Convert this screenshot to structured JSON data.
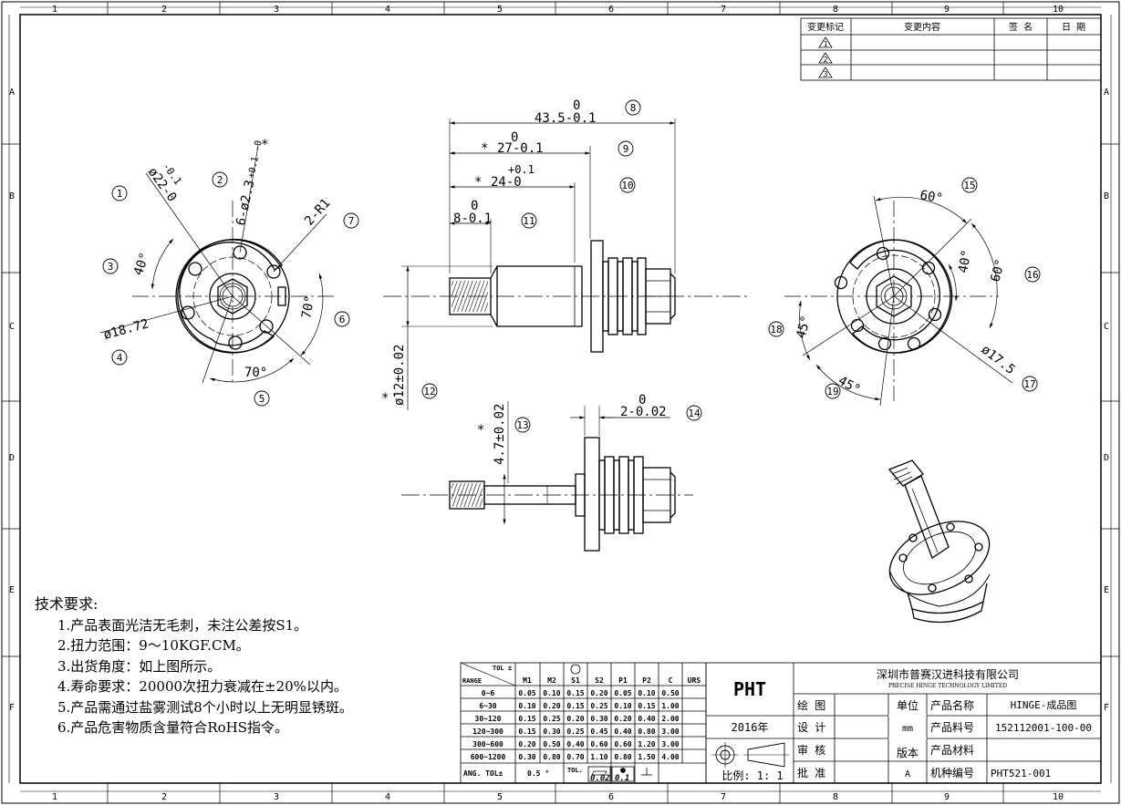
{
  "frame": {
    "col_numbers": [
      "1",
      "2",
      "3",
      "4",
      "5",
      "6",
      "7",
      "8",
      "9",
      "10"
    ],
    "row_letters": [
      "A",
      "B",
      "C",
      "D",
      "E",
      "F"
    ]
  },
  "revision_table": {
    "headers": [
      "变更标记",
      "变更内容",
      "签 名",
      "日 期"
    ],
    "rows": [
      "1",
      "2",
      "3"
    ]
  },
  "dimensions": {
    "d8_top": "0",
    "d8_main": "43.5-0.1",
    "d9_top": "0",
    "d9_main": "27-0.1",
    "d10_top": "+0.1",
    "d10_main": "24-0",
    "d11_top": "0",
    "d11_main": "8-0.1",
    "d12": "ø12±0.02",
    "d13": "4.7±0.02",
    "d14_top": "0",
    "d14_main": "2-0.02",
    "left_d1": "ø22-0",
    "left_d1_tol": "-0.1",
    "left_d2": "6-ø2.3",
    "left_d2_tol": "+0.1 -0",
    "left_r": "2-R1",
    "left_a40": "40°",
    "left_a70a": "70°",
    "left_a70b": "70°",
    "left_d1872": "ø18.72",
    "right_a60a": "60°",
    "right_a40": "40°",
    "right_a60b": "60°",
    "right_a45a": "45°",
    "right_a45b": "45°",
    "right_d175": "ø17.5",
    "star": "*"
  },
  "balloons": [
    "1",
    "2",
    "3",
    "4",
    "5",
    "6",
    "7",
    "8",
    "9",
    "10",
    "11",
    "12",
    "13",
    "14",
    "15",
    "16",
    "17",
    "18",
    "19"
  ],
  "tech_requirements": {
    "title": "技术要求:",
    "items": [
      "1.产品表面光洁无毛刺，未注公差按S1。",
      "2.扭力范围：9～10KGF.CM。",
      "3.出货角度：如上图所示。",
      "4.寿命要求：20000次扭力衰减在±20%以内。",
      "5.产品需通过盐雾测试8个小时以上无明显锈斑。",
      "6.产品危害物质含量符合RoHS指令。"
    ]
  },
  "tolerance_table": {
    "corner_top": "TOL ±",
    "corner_bottom": "RANGE",
    "headers": [
      "M1",
      "M2",
      "S1",
      "S2",
      "P1",
      "P2",
      "C",
      "URS"
    ],
    "rows": [
      {
        "range": "0~6",
        "values": [
          "0.05",
          "0.10",
          "0.15",
          "0.20",
          "0.05",
          "0.10",
          "0.50",
          ""
        ]
      },
      {
        "range": "6~30",
        "values": [
          "0.10",
          "0.20",
          "0.15",
          "0.25",
          "0.10",
          "0.15",
          "1.00",
          ""
        ]
      },
      {
        "range": "30~120",
        "values": [
          "0.15",
          "0.25",
          "0.20",
          "0.30",
          "0.20",
          "0.40",
          "2.00",
          ""
        ]
      },
      {
        "range": "120~300",
        "values": [
          "0.15",
          "0.30",
          "0.25",
          "0.45",
          "0.40",
          "0.80",
          "3.00",
          ""
        ]
      },
      {
        "range": "300~600",
        "values": [
          "0.20",
          "0.50",
          "0.40",
          "0.60",
          "0.60",
          "1.20",
          "3.00",
          ""
        ]
      },
      {
        "range": "600~1200",
        "values": [
          "0.30",
          "0.80",
          "0.70",
          "1.10",
          "0.80",
          "1.50",
          "4.00",
          ""
        ]
      }
    ],
    "ang_label": "ANG.  TOL±",
    "ang_value": "0.5 °",
    "tol_label": "TOL.",
    "flat_value": "0.02",
    "pos_value": "0.1"
  },
  "title_block": {
    "logo": "PHT",
    "company": "深圳市普赛汉进科技有限公司",
    "company_en": "PRECISE HINGE TECHNOLOGY LIMITED",
    "draw": "绘 图",
    "design": "设 计",
    "check": "审 核",
    "approve": "批 准",
    "year": "2016年",
    "scale": "比例: 1: 1",
    "unit_label": "单位",
    "unit_value": "mm",
    "version_label": "版本",
    "version_value": "A",
    "product_name_label": "产品名称",
    "product_name_value": "HINGE-成品图",
    "part_no_label": "产品料号",
    "part_no_value": "152112001-100-00",
    "material_label": "产品材料",
    "material_value": "",
    "model_label": "机种编号",
    "model_value": "PHT521-001"
  }
}
